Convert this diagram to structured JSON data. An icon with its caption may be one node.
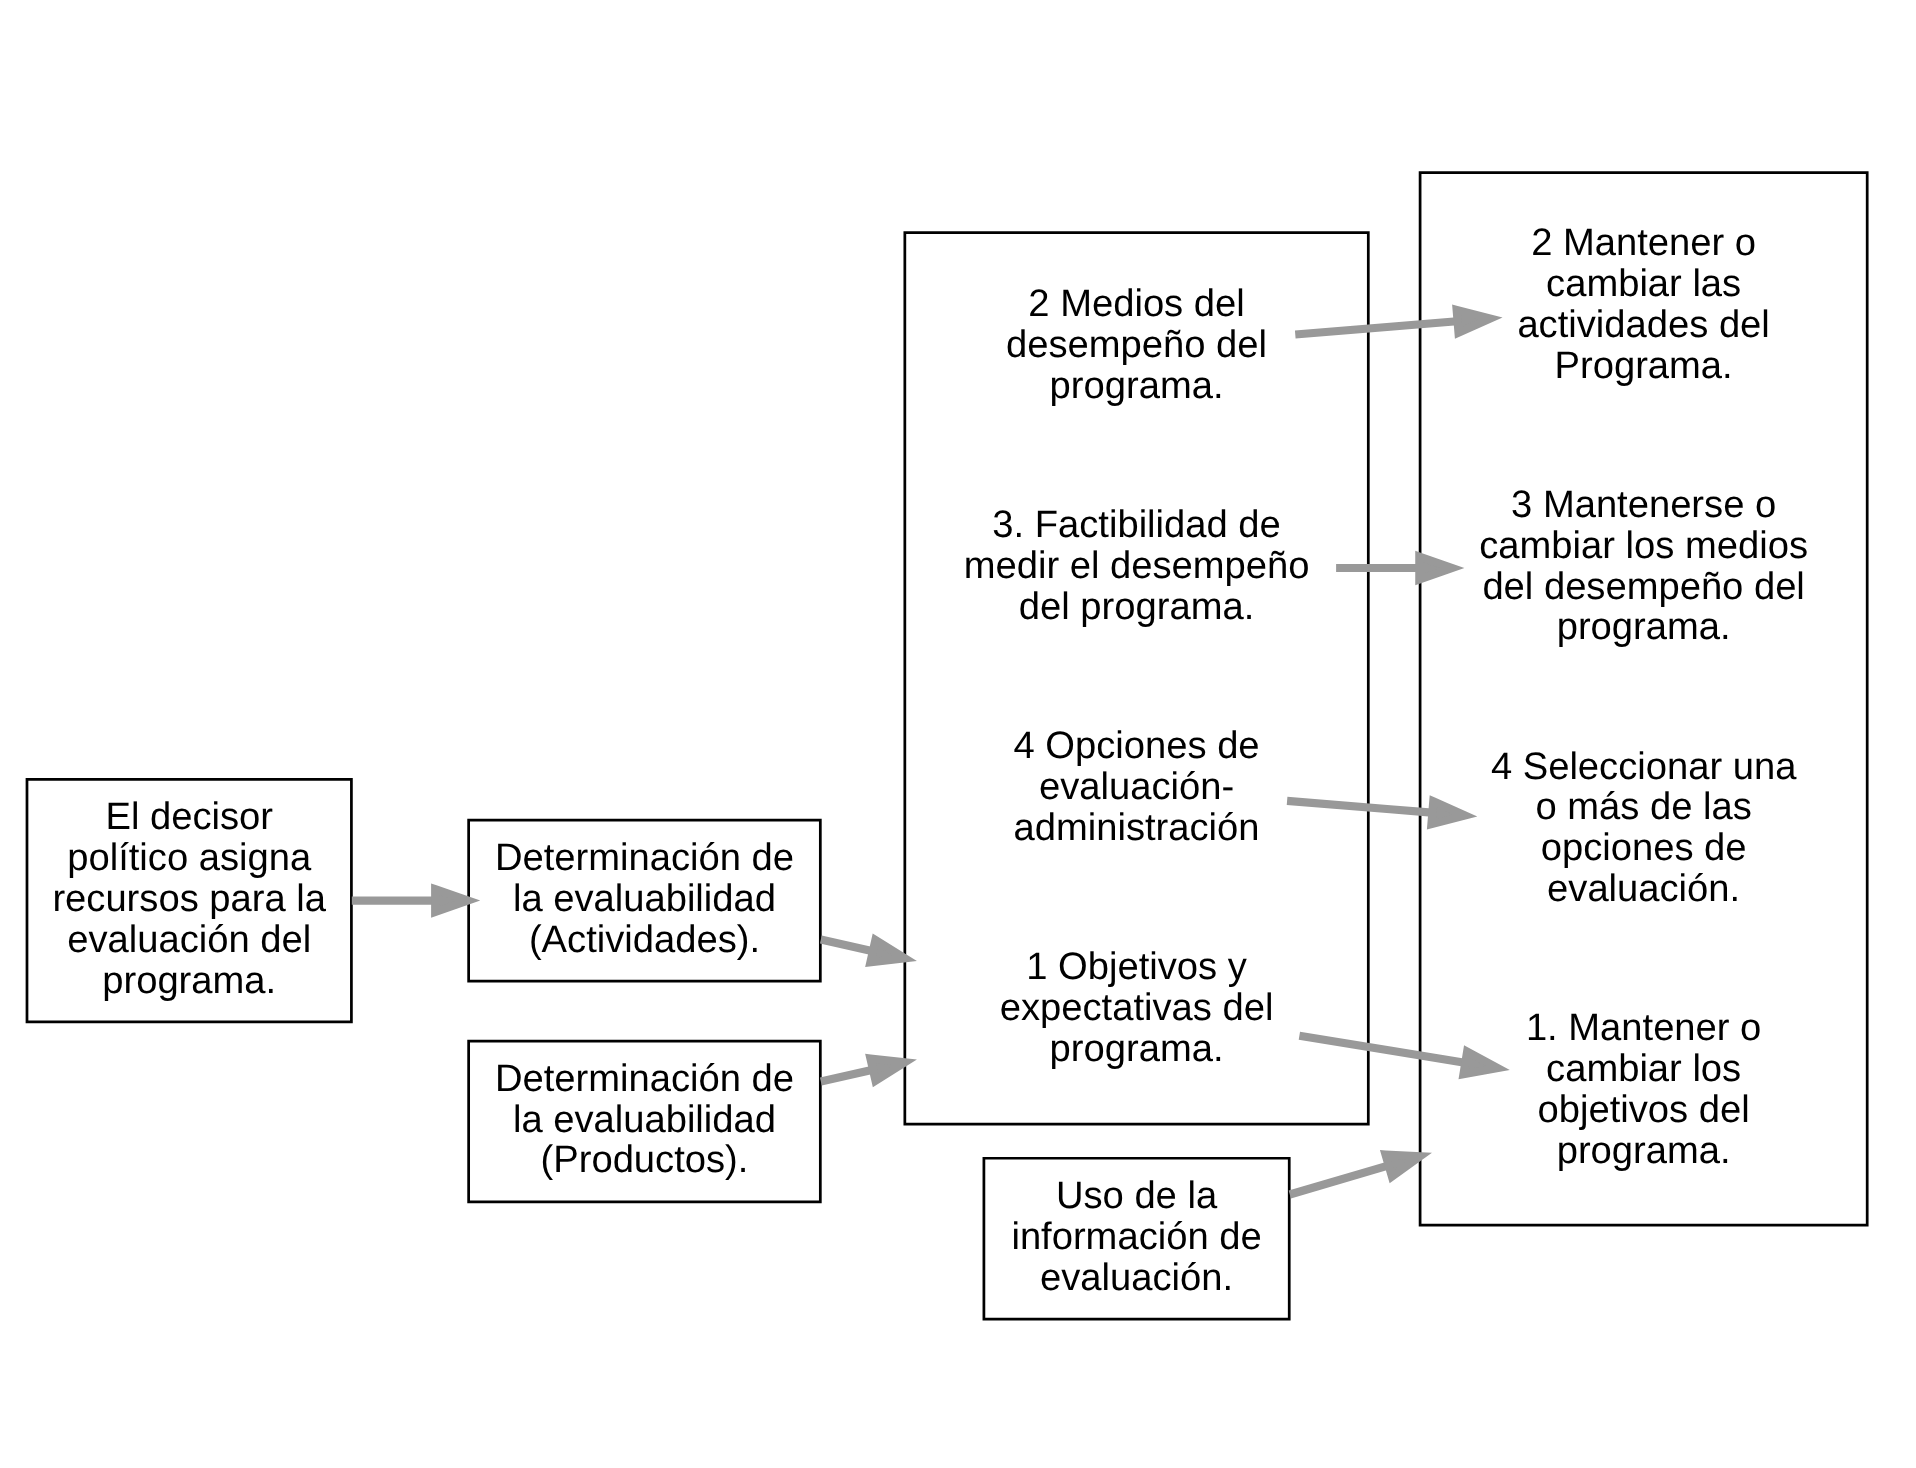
{
  "diagram": {
    "nodes": [
      {
        "text": [
          "El decisor político asigna recursos para la evaluación del programa."
        ]
      },
      {
        "text": [
          "Determinación de la evaluabilidad (Actividades)."
        ]
      },
      {
        "text": [
          "Determinación de la evaluabilidad (Productos)."
        ]
      },
      {
        "text": [
          "Uso de la información de evaluación."
        ]
      },
      {
        "text": [],
        "shape": "box"
      },
      {
        "text": [
          "1 Objetivos y expectativas del programa."
        ],
        "in": 4
      },
      {
        "text": [
          "2 Medios del desempeño del programa."
        ],
        "in": 4
      },
      {
        "text": [
          "3. Factibilidad de medir el desempeño del programa."
        ],
        "in": 4
      },
      {
        "text": [
          "4 Opciones de evaluación-administración"
        ],
        "in": 4
      },
      {
        "text": [],
        "shape": "box"
      },
      {
        "text": [
          "1. Mantener o cambiar los objetivos del programa."
        ],
        "in": 9
      },
      {
        "text": [
          "2 Mantener o cambiar las actividades del Programa."
        ],
        "in": 9
      },
      {
        "text": [
          "3 Mantenerse o cambiar los medios del desempeño del programa."
        ],
        "in": 9
      },
      {
        "text": [
          "4 Seleccionar una o más de las opciones de evaluación."
        ],
        "in": 9
      }
    ],
    "edges": [
      {
        "from": 0,
        "to": 1,
        "arrow": "to"
      },
      {
        "from": 1,
        "to": 4,
        "arrow": "to"
      },
      {
        "from": 2,
        "to": 4,
        "arrow": "to"
      },
      {
        "from": 3,
        "to": 9,
        "arrow": "to"
      },
      {
        "from": 5,
        "to": 10,
        "arrow": "to"
      },
      {
        "from": 6,
        "to": 11,
        "arrow": "to"
      },
      {
        "from": 7,
        "to": 12,
        "arrow": "to"
      },
      {
        "from": 8,
        "to": 13,
        "arrow": "to"
      }
    ]
  }
}
